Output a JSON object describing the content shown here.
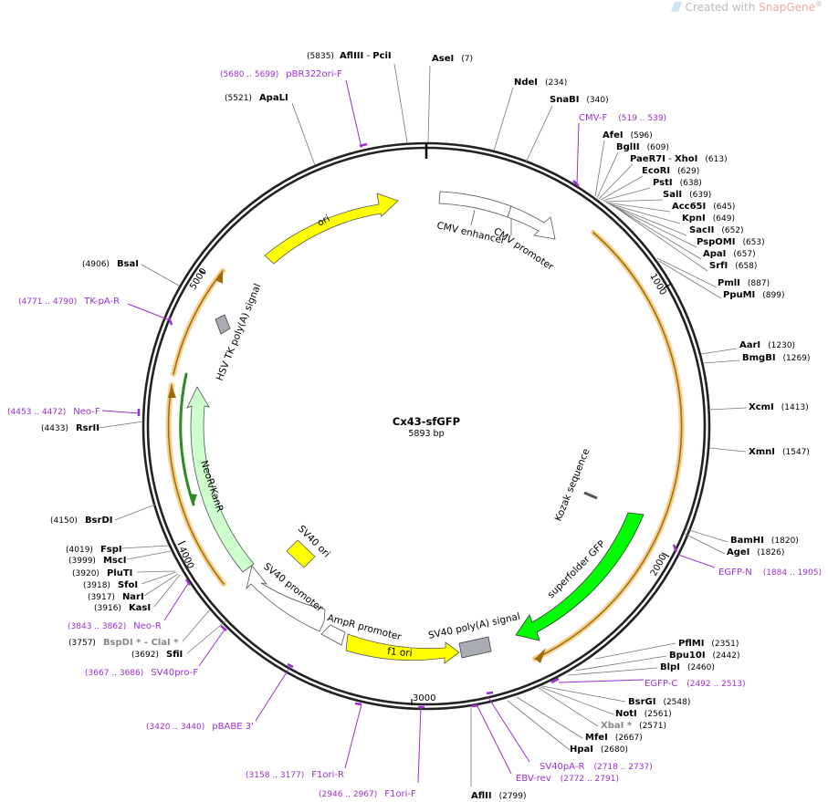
{
  "watermark": {
    "prefix": "Created with ",
    "brand": "SnapGene",
    "mark": "®",
    "icon": "snapgene-logo-icon"
  },
  "plasmid": {
    "name": "Cx43-sfGFP",
    "size": "5893 bp",
    "length": 5893
  },
  "colors": {
    "primer": "#9b2fd0",
    "ori": "#ffff00",
    "gfp": "#00ff00",
    "neo": "#ccffcc",
    "polyA": "#a9abb5",
    "orf": "#f5d08a"
  },
  "ticks": [
    "1000",
    "2000",
    "3000",
    "4000",
    "5000"
  ],
  "enzymes": [
    {
      "name": "AflIII",
      "name2": "PciI",
      "pos": "(5835)"
    },
    {
      "name": "AseI",
      "pos": "(7)"
    },
    {
      "name": "NdeI",
      "pos": "(234)"
    },
    {
      "name": "SnaBI",
      "pos": "(340)"
    },
    {
      "name": "AfeI",
      "pos": "(596)"
    },
    {
      "name": "BglII",
      "pos": "(609)"
    },
    {
      "name": "PaeR7I",
      "name2": "XhoI",
      "pos": "(613)"
    },
    {
      "name": "EcoRI",
      "pos": "(629)"
    },
    {
      "name": "PstI",
      "pos": "(638)"
    },
    {
      "name": "SalI",
      "pos": "(639)"
    },
    {
      "name": "Acc65I",
      "pos": "(645)"
    },
    {
      "name": "KpnI",
      "pos": "(649)"
    },
    {
      "name": "SacII",
      "pos": "(652)"
    },
    {
      "name": "PspOMI",
      "pos": "(653)"
    },
    {
      "name": "ApaI",
      "pos": "(657)"
    },
    {
      "name": "SrfI",
      "pos": "(658)"
    },
    {
      "name": "PmlI",
      "pos": "(887)"
    },
    {
      "name": "PpuMI",
      "pos": "(899)"
    },
    {
      "name": "AarI",
      "pos": "(1230)"
    },
    {
      "name": "BmgBI",
      "pos": "(1269)"
    },
    {
      "name": "XcmI",
      "pos": "(1413)"
    },
    {
      "name": "XmnI",
      "pos": "(1547)"
    },
    {
      "name": "BamHI",
      "pos": "(1820)"
    },
    {
      "name": "AgeI",
      "pos": "(1826)"
    },
    {
      "name": "PflMI",
      "pos": "(2351)"
    },
    {
      "name": "Bpu10I",
      "pos": "(2442)"
    },
    {
      "name": "BlpI",
      "pos": "(2460)"
    },
    {
      "name": "BsrGI",
      "pos": "(2548)"
    },
    {
      "name": "NotI",
      "pos": "(2561)"
    },
    {
      "name": "XbaI *",
      "pos": "(2571)"
    },
    {
      "name": "MfeI",
      "pos": "(2667)"
    },
    {
      "name": "HpaI",
      "pos": "(2680)"
    },
    {
      "name": "AflII",
      "pos": "(2799)"
    },
    {
      "name": "SfiI",
      "pos": "(3692)"
    },
    {
      "name": "BspDI * - ClaI *",
      "pos": "(3757)"
    },
    {
      "name": "KasI",
      "pos": "(3916)"
    },
    {
      "name": "NarI",
      "pos": "(3917)"
    },
    {
      "name": "SfoI",
      "pos": "(3918)"
    },
    {
      "name": "PluTI",
      "pos": "(3920)"
    },
    {
      "name": "MscI",
      "pos": "(3999)"
    },
    {
      "name": "FspI",
      "pos": "(4019)"
    },
    {
      "name": "BsrDI",
      "pos": "(4150)"
    },
    {
      "name": "RsrII",
      "pos": "(4433)"
    },
    {
      "name": "BsaI",
      "pos": "(4906)"
    },
    {
      "name": "ApaLI",
      "pos": "(5521)"
    }
  ],
  "primers": [
    {
      "name": "pBR322ori-F",
      "range": "(5680 .. 5699)"
    },
    {
      "name": "CMV-F",
      "range": "(519 .. 539)"
    },
    {
      "name": "EGFP-N",
      "range": "(1884 .. 1905)"
    },
    {
      "name": "EGFP-C",
      "range": "(2492 .. 2513)"
    },
    {
      "name": "SV40pA-R",
      "range": "(2718 .. 2737)"
    },
    {
      "name": "EBV-rev",
      "range": "(2772 .. 2791)"
    },
    {
      "name": "F1ori-F",
      "range": "(2946 .. 2967)"
    },
    {
      "name": "F1ori-R",
      "range": "(3158 .. 3177)"
    },
    {
      "name": "pBABE 3'",
      "range": "(3420 .. 3440)"
    },
    {
      "name": "SV40pro-F",
      "range": "(3667 .. 3686)"
    },
    {
      "name": "Neo-R",
      "range": "(3843 .. 3862)"
    },
    {
      "name": "Neo-F",
      "range": "(4453 .. 4472)"
    },
    {
      "name": "TK-pA-R",
      "range": "(4771 .. 4790)"
    }
  ],
  "features": {
    "ori": "ori",
    "cmv_enhancer": "CMV enhancer",
    "cmv_promoter": "CMV promoter",
    "kozak": "Kozak sequence",
    "sfgfp": "superfolder GFP",
    "sv40_polya": "SV40 poly(A) signal",
    "f1_ori": "f1 ori",
    "ampr_promoter": "AmpR promoter",
    "sv40_promoter": "SV40 promoter",
    "sv40_ori": "SV40 ori",
    "neo": "NeoR/KanR",
    "hsv_tk_polya": "HSV TK poly(A) signal"
  }
}
